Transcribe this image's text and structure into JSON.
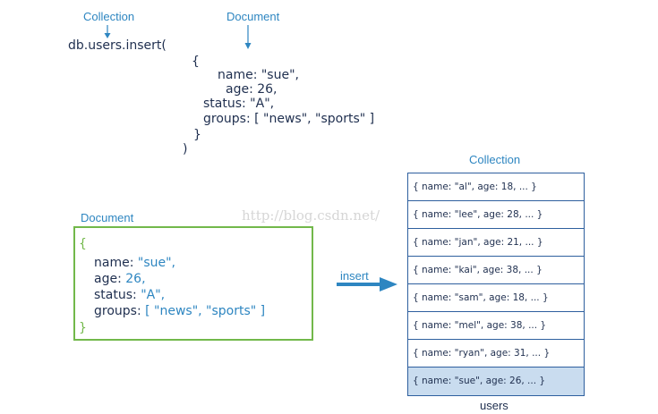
{
  "top_labels": {
    "collection": "Collection",
    "document": "Document"
  },
  "insert_call": {
    "line1": "db.users.insert(",
    "open_brace": "{",
    "name_line": "name: \"sue\",",
    "age_line": "age: 26,",
    "status_line": "status: \"A\",",
    "groups_line": "groups: [ \"news\", \"sports\" ]",
    "close_brace": "}",
    "close_paren": ")"
  },
  "document_box": {
    "label": "Document",
    "open_brace": "{",
    "name_key": "name:",
    "name_val": "\"sue\",",
    "age_key": "age:",
    "age_val": "26,",
    "status_key": "status:",
    "status_val": "\"A\",",
    "groups_key": "groups:",
    "groups_val": "[ \"news\", \"sports\" ]",
    "close_brace": "}"
  },
  "arrow": {
    "label": "insert"
  },
  "collection_box": {
    "label": "Collection",
    "rows": [
      "{ name: \"al\", age: 18, ... }",
      "{ name: \"lee\", age: 28, ... }",
      "{ name: \"jan\", age: 21, ... }",
      "{ name: \"kai\", age: 38, ... }",
      "{ name: \"sam\", age: 18, ... }",
      "{ name: \"mel\", age: 38, ... }",
      "{ name: \"ryan\", age: 31, ... }",
      "{ name: \"sue\", age: 26, ... }"
    ],
    "caption": "users"
  },
  "watermark": "http://blog.csdn.net/",
  "colors": {
    "accent_blue": "#2e86c1",
    "navy_text": "#1f2f4f",
    "doc_border_green": "#72b84a",
    "collection_border": "#2e5f9e",
    "highlight_row": "#c9dcef"
  }
}
